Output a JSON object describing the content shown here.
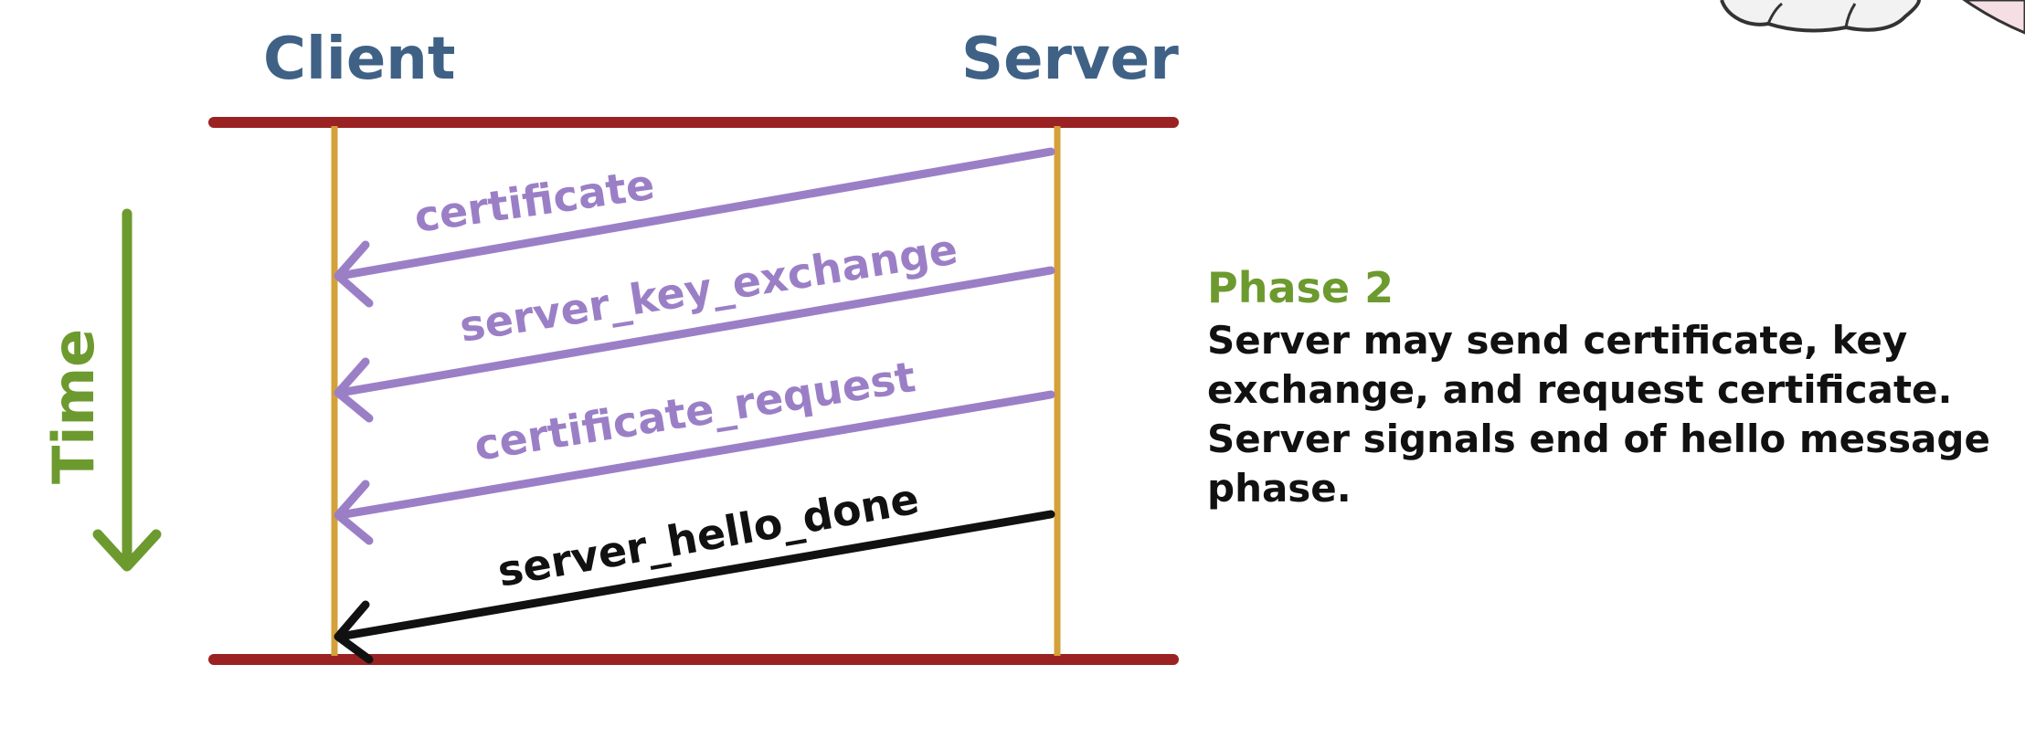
{
  "header": {
    "client_label": "Client",
    "server_label": "Server"
  },
  "time_label": "Time",
  "messages": [
    {
      "label": "certificate",
      "color": "#9b7fc6"
    },
    {
      "label": "server_key_exchange",
      "color": "#9b7fc6"
    },
    {
      "label": "certificate_request",
      "color": "#9b7fc6"
    },
    {
      "label": "server_hello_done",
      "color": "#111111"
    }
  ],
  "phase": {
    "title": "Phase 2",
    "description": "Server may send certificate, key exchange, and request certificate. Server signals end of hello message phase."
  },
  "colors": {
    "header_blue": "#3f6185",
    "bar_red": "#9b2222",
    "lifeline_gold": "#d4a13a",
    "time_green": "#6d9a2f",
    "message_purple": "#9b7fc6"
  }
}
